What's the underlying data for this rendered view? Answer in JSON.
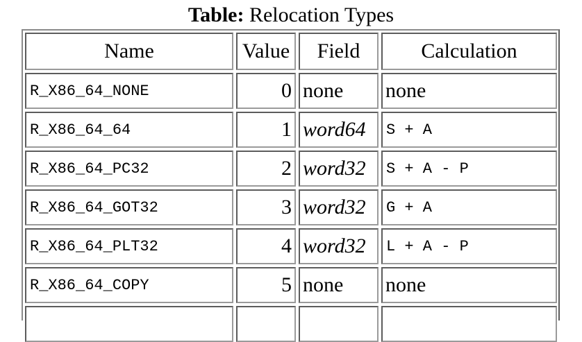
{
  "caption": {
    "bold": "Table:",
    "rest": " Relocation Types"
  },
  "headers": [
    "Name",
    "Value",
    "Field",
    "Calculation"
  ],
  "rows": [
    {
      "name": "R_X86_64_NONE",
      "value": "0",
      "field": "none",
      "field_italic": false,
      "calc": "none",
      "calc_mono": false
    },
    {
      "name": "R_X86_64_64",
      "value": "1",
      "field": "word64",
      "field_italic": true,
      "calc": "S + A",
      "calc_mono": true
    },
    {
      "name": "R_X86_64_PC32",
      "value": "2",
      "field": "word32",
      "field_italic": true,
      "calc": "S + A - P",
      "calc_mono": true
    },
    {
      "name": "R_X86_64_GOT32",
      "value": "3",
      "field": "word32",
      "field_italic": true,
      "calc": "G + A",
      "calc_mono": true
    },
    {
      "name": "R_X86_64_PLT32",
      "value": "4",
      "field": "word32",
      "field_italic": true,
      "calc": "L + A - P",
      "calc_mono": true
    },
    {
      "name": "R_X86_64_COPY",
      "value": "5",
      "field": "none",
      "field_italic": false,
      "calc": "none",
      "calc_mono": false
    }
  ]
}
